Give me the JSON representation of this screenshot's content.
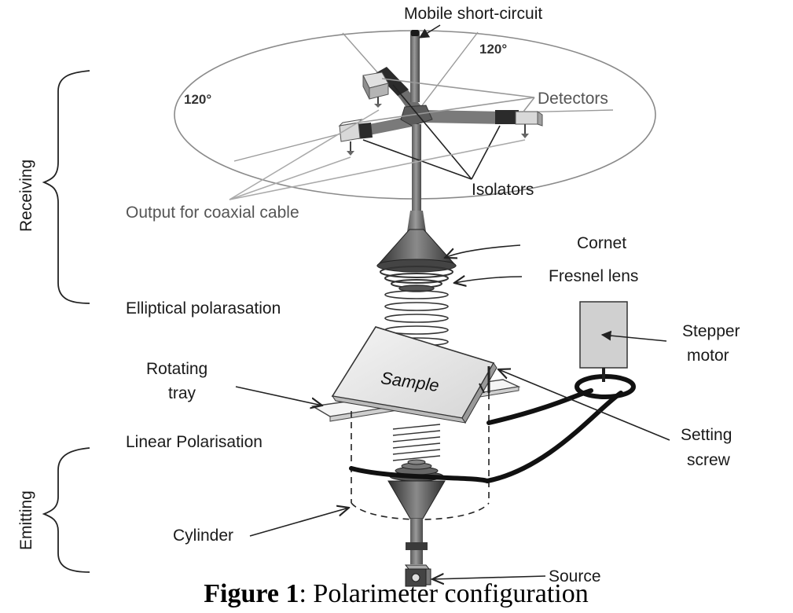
{
  "labels": {
    "mobile_short_circuit": "Mobile short-circuit",
    "angle_top": "120°",
    "angle_left": "120°",
    "detectors": "Detectors",
    "isolators": "Isolators",
    "output_coaxial": "Output for coaxial cable",
    "receiving": "Receiving",
    "cornet": "Cornet",
    "fresnel_lens": "Fresnel lens",
    "elliptical_polarisation": "Elliptical polarasation",
    "stepper_motor_line1": "Stepper",
    "stepper_motor_line2": "motor",
    "rotating_tray_line1": "Rotating",
    "rotating_tray_line2": "tray",
    "sample": "Sample",
    "linear_polarisation": "Linear Polarisation",
    "setting_screw_line1": "Setting",
    "setting_screw_line2": "screw",
    "emitting": "Emitting",
    "cylinder": "Cylinder",
    "source": "Source"
  },
  "caption": {
    "prefix": "Figure 1",
    "rest": ": Polarimeter configuration"
  }
}
